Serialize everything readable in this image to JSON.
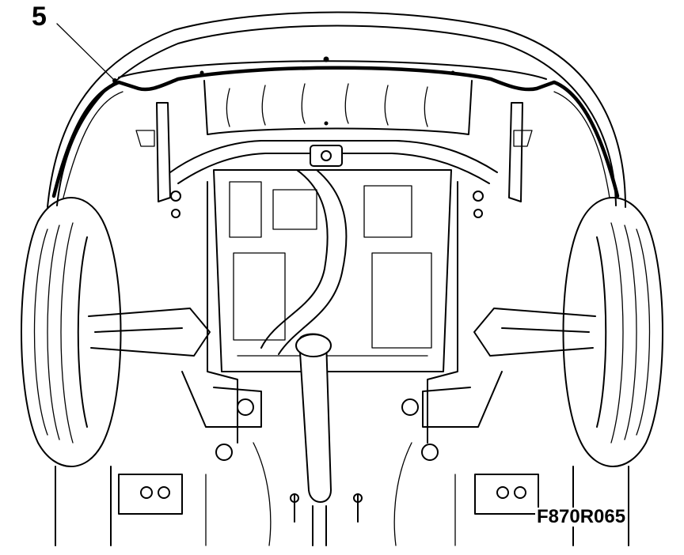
{
  "diagram": {
    "callout_number": "5",
    "figure_code": "F870R065",
    "highlighted_part": "bumper-cover-lower-seal",
    "style": "black-line-art-on-white"
  }
}
